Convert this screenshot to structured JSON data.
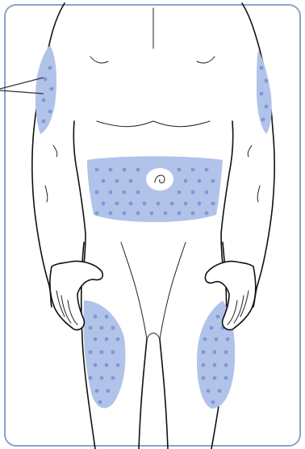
{
  "diagram": {
    "frame_color": "#8aa4cc",
    "zone_color": "#b1c3e8",
    "dot_color": "#7e98d6",
    "navel_area_color": "#ffffff",
    "outline_color": "#111111",
    "zones": [
      {
        "name": "upper-arm-left"
      },
      {
        "name": "upper-arm-right"
      },
      {
        "name": "abdomen"
      },
      {
        "name": "thigh-left"
      },
      {
        "name": "thigh-right"
      }
    ],
    "callout": {
      "lines": 2
    }
  }
}
